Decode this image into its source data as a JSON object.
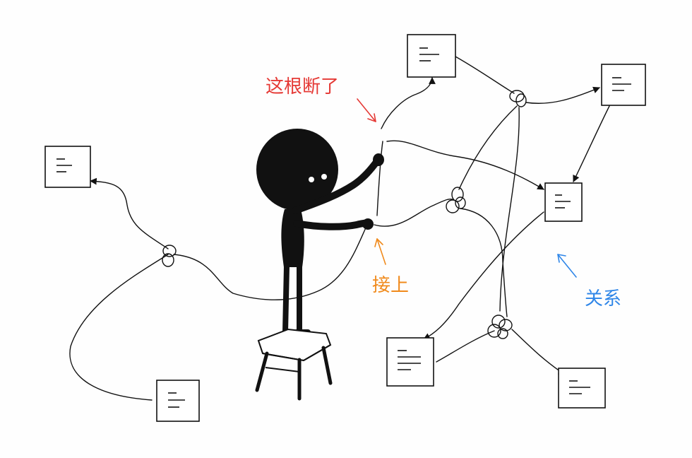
{
  "annotations": {
    "broken": {
      "text": "这根断了",
      "color": "#e53935"
    },
    "connect": {
      "text": "接上",
      "color": "#f08a1c"
    },
    "relation": {
      "text": "关系",
      "color": "#2f86e8"
    }
  },
  "colors": {
    "ink": "#111111",
    "background": "#fefefe"
  }
}
